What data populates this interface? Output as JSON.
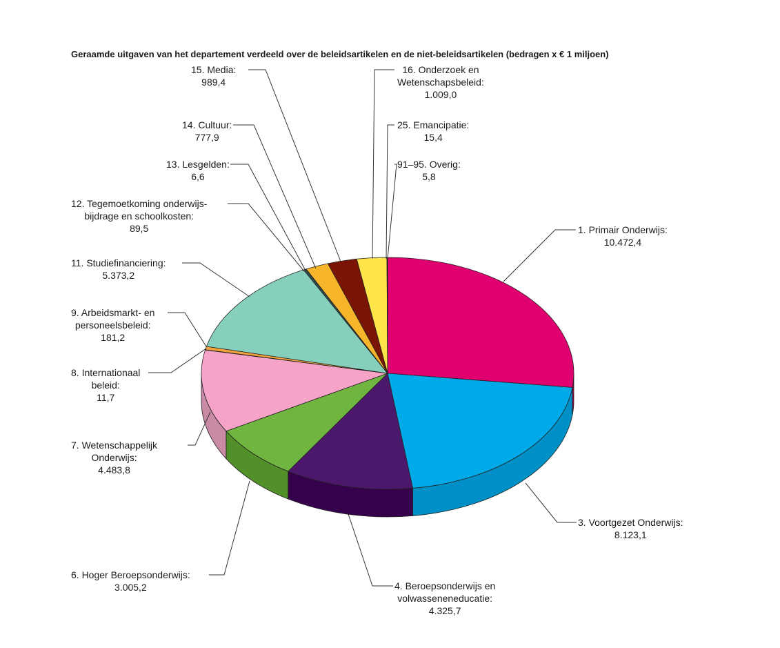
{
  "chart_data": {
    "type": "pie",
    "title": "Geraamde uitgaven van het departement verdeeld over de beleidsartikelen en de niet-beleidsartikelen (bedragen x € 1 miljoen)",
    "slices": [
      {
        "name": "1. Primair Onderwijs:",
        "value": 10472.4,
        "value_label": "10.472,4",
        "color": "#e0006f",
        "side_color": "#a8004f"
      },
      {
        "name": "3. Voortgezet Onderwijs:",
        "value": 8123.1,
        "value_label": "8.123,1",
        "color": "#00a9e8",
        "side_color": "#0090c8"
      },
      {
        "name": "4. Beroepsonderwijs en volwasseneneducatie:",
        "value": 4325.7,
        "value_label": "4.325,7",
        "color": "#4b186b",
        "side_color": "#36004d"
      },
      {
        "name": "6. Hoger Beroepsonderwijs:",
        "value": 3005.2,
        "value_label": "3.005,2",
        "color": "#6fb53f",
        "side_color": "#52902a"
      },
      {
        "name": "7. Wetenschappelijk Onderwijs:",
        "value": 4483.8,
        "value_label": "4.483,8",
        "color": "#f5a3c7",
        "side_color": "#c98aa6"
      },
      {
        "name": "8. Internationaal beleid:",
        "value": 11.7,
        "value_label": "11,7",
        "color": "#f0b4cf",
        "side_color": "#c590a9"
      },
      {
        "name": "9. Arbeidsmarkt- en personeelsbeleid:",
        "value": 181.2,
        "value_label": "181,2",
        "color": "#f3a33a",
        "side_color": "#c8852a"
      },
      {
        "name": "11. Studiefinanciering:",
        "value": 5373.2,
        "value_label": "5.373,2",
        "color": "#86cfbc",
        "side_color": "#6aae9c"
      },
      {
        "name": "12. Tegemoetkoming onderwijsbijdrage en schoolkosten:",
        "value": 89.5,
        "value_label": "89,5",
        "color": "#2f4f4f",
        "side_color": "#223a3a"
      },
      {
        "name": "13. Lesgelden:",
        "value": 6.6,
        "value_label": "6,6",
        "color": "#cccccc",
        "side_color": "#999999"
      },
      {
        "name": "14. Cultuur:",
        "value": 777.9,
        "value_label": "777,9",
        "color": "#f7b52b",
        "side_color": "#d09420"
      },
      {
        "name": "15. Media:",
        "value": 989.4,
        "value_label": "989,4",
        "color": "#7a1405",
        "side_color": "#5a0e03"
      },
      {
        "name": "16. Onderzoek en Wetenschapsbeleid:",
        "value": 1009.0,
        "value_label": "1.009,0",
        "color": "#ffe54a",
        "side_color": "#d9c23c"
      },
      {
        "name": "25. Emancipatie:",
        "value": 15.4,
        "value_label": "15,4",
        "color": "#f0e6a0",
        "side_color": "#c8c080"
      },
      {
        "name": "91–95. Overig:",
        "value": 5.8,
        "value_label": "5,8",
        "color": "#e8e8e8",
        "side_color": "#b8b8b8"
      }
    ]
  },
  "labels": [
    {
      "lines": [
        "1. Primair Onderwijs:",
        "10.472,4"
      ]
    },
    {
      "lines": [
        "3. Voortgezet Onderwijs:",
        "8.123,1"
      ]
    },
    {
      "lines": [
        "4. Beroepsonderwijs en",
        "volwasseneneducatie:",
        "4.325,7"
      ]
    },
    {
      "lines": [
        "6. Hoger Beroepsonderwijs:",
        "3.005,2"
      ]
    },
    {
      "lines": [
        "7. Wetenschappelijk",
        "Onderwijs:",
        "4.483,8"
      ]
    },
    {
      "lines": [
        "8. Internationaal",
        "beleid:",
        "11,7"
      ]
    },
    {
      "lines": [
        "9. Arbeidsmarkt- en",
        "personeelsbeleid:",
        "181,2"
      ]
    },
    {
      "lines": [
        "11. Studiefinanciering:",
        "5.373,2"
      ]
    },
    {
      "lines": [
        "12. Tegemoetkoming onderwijs-",
        "bijdrage en schoolkosten:",
        "89,5"
      ]
    },
    {
      "lines": [
        "13. Lesgelden:",
        "6,6"
      ]
    },
    {
      "lines": [
        "14. Cultuur:",
        "777,9"
      ]
    },
    {
      "lines": [
        "15. Media:",
        "989,4"
      ]
    },
    {
      "lines": [
        "16. Onderzoek en",
        "Wetenschapsbeleid:",
        "1.009,0"
      ]
    },
    {
      "lines": [
        "25. Emancipatie:",
        "15,4"
      ]
    },
    {
      "lines": [
        "91–95. Overig:",
        "5,8"
      ]
    }
  ]
}
